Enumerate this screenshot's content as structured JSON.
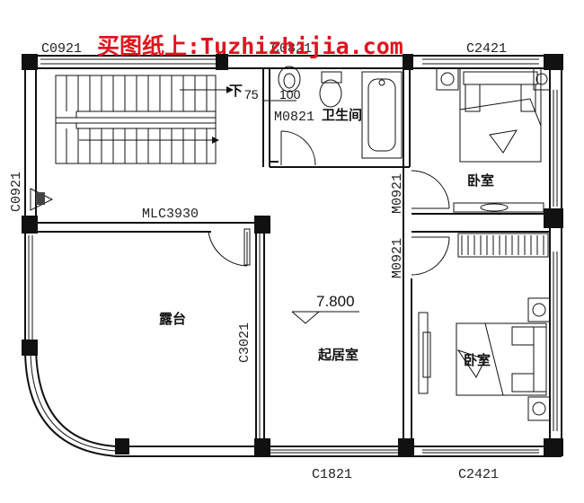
{
  "watermark": "买图纸上:Tuzhizhijia.com",
  "window_labels": {
    "top_left": "C0921",
    "top_mid": "C0821",
    "top_right": "C2421",
    "left": "C0921",
    "bottom_mid": "C1821",
    "bottom_right": "C2421"
  },
  "door_labels": {
    "bath": "M0821",
    "bed_top": "M0921",
    "bed_bottom": "M0921",
    "terrace_slider": "MLC3930",
    "living_slider": "C3021"
  },
  "rooms": {
    "bathroom": "卫生间",
    "bedroom_top": "卧室",
    "bedroom_bottom": "卧室",
    "terrace": "露台",
    "living": "起居室"
  },
  "stair": {
    "down": "下"
  },
  "dims": {
    "a": "75",
    "b": "100"
  },
  "elevation": "7.800"
}
